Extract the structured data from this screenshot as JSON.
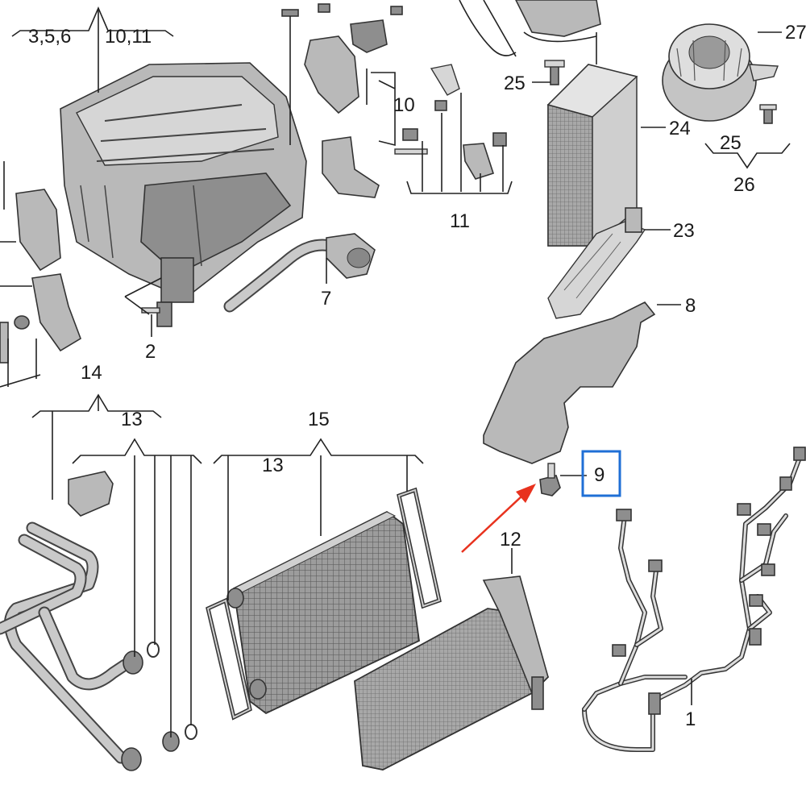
{
  "labels": {
    "l_356": "3,5,6",
    "l_1011": "10,11",
    "l_10": "10",
    "l_11": "11",
    "l_2": "2",
    "l_7": "7",
    "l_14": "14",
    "l_13a": "13",
    "l_13b": "13",
    "l_15": "15",
    "l_12": "12",
    "l_1": "1",
    "l_8": "8",
    "l_9": "9",
    "l_23": "23",
    "l_24": "24",
    "l_25a": "25",
    "l_25b": "25",
    "l_26": "26",
    "l_27": "27"
  },
  "colors": {
    "highlight_box": "#1f6fd6",
    "arrow": "#e8321e"
  }
}
